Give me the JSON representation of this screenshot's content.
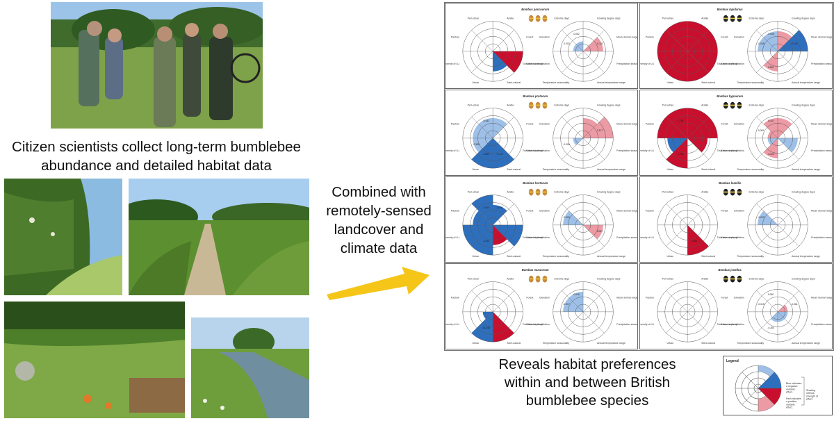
{
  "captions": {
    "top_line1": "Citizen scientists collect long-term bumblebee",
    "top_line2": "abundance and detailed habitat data",
    "mid_line1": "Combined with",
    "mid_line2": "remotely-sensed",
    "mid_line3": "landcover and",
    "mid_line4": "climate data",
    "bot_line1": "Reveals habitat preferences",
    "bot_line2": "within and between British",
    "bot_line3": "bumblebee species"
  },
  "colors": {
    "positive": "#c8102e",
    "negative": "#2e6fbd",
    "arrow": "#f5c518"
  },
  "landcover_labels": [
    "Peri-urban",
    "Arable",
    "Forest",
    "Water/ wetland",
    "Semi-natural",
    "Urban",
    "Shannon diversity of LU",
    "Pasture"
  ],
  "climate_labels": [
    "Extreme days",
    "Growing degree days",
    "Mean diurnal range",
    "Precipitation seasonality",
    "Annual temperature range",
    "Temperature seasonality",
    "Total annual precipitation",
    "Elevation"
  ],
  "species": [
    {
      "name": "Bombus pascuorum",
      "land_values": [
        "",
        "",
        "",
        "",
        "",
        "",
        "",
        ""
      ],
      "clim_values": [
        "-0.002",
        "",
        "-0.122",
        "",
        "",
        "",
        "",
        "-0.002"
      ]
    },
    {
      "name": "Bombus lapidarius",
      "land_values": [
        "",
        "",
        "",
        "",
        "",
        "",
        "",
        ""
      ],
      "clim_values": [
        "-0.006",
        "",
        "-0.125",
        "",
        "",
        "0.252",
        "",
        "-0.005"
      ]
    },
    {
      "name": "Bombus pratorum",
      "land_values": [
        "-0.442",
        "",
        "",
        "",
        "-0.722",
        "-0.869",
        "-0.336",
        ""
      ],
      "clim_values": [
        "",
        "",
        "0.117",
        "",
        "",
        "",
        "-0.006",
        ""
      ]
    },
    {
      "name": "Bombus hypnorum",
      "land_values": [
        "1.756",
        "",
        "",
        "",
        "",
        "1.182",
        "",
        ""
      ],
      "clim_values": [
        "0.002",
        "",
        "",
        "",
        "",
        "-0.023",
        "",
        "0.002"
      ]
    },
    {
      "name": "Bombus hortorum",
      "land_values": [
        "-0.914",
        "-0.641",
        "",
        "",
        "",
        "-2.234",
        "",
        ""
      ],
      "clim_values": [
        "",
        "",
        "",
        "0.007",
        "",
        "",
        "",
        "-0.023"
      ]
    },
    {
      "name": "Bombus humilis",
      "land_values": [
        "",
        "",
        "",
        "",
        "0.654",
        "",
        "",
        ""
      ],
      "clim_values": [
        "",
        "",
        "",
        "",
        "",
        "",
        "",
        "-0.023"
      ]
    },
    {
      "name": "Bombus muscorum",
      "land_values": [
        "",
        "",
        "",
        "",
        "",
        "-15.108",
        "",
        ""
      ],
      "clim_values": [
        "-0.015",
        "",
        "",
        "",
        "",
        "",
        "",
        "-0.017"
      ]
    },
    {
      "name": "Bombus jonellus",
      "land_values": [
        "",
        "",
        "",
        "",
        "",
        "",
        "",
        ""
      ],
      "clim_values": [
        "0.060",
        "",
        "-0.061",
        "",
        "",
        "-0.264",
        "",
        "-0.015"
      ]
    }
  ],
  "legend": {
    "title": "Legend",
    "blue_text": "Blue indicates a negative variable effect.",
    "red_text": "Red indicates a positive variable effect.",
    "shading_text": "Shading reflects strength of effect."
  }
}
